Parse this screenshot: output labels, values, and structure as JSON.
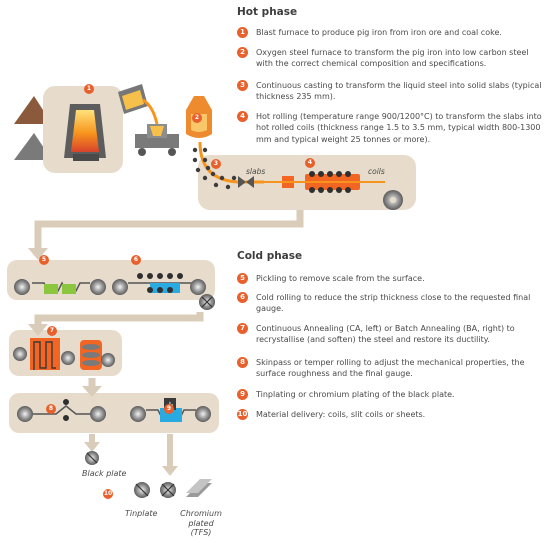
{
  "colors": {
    "panel": "#e7dccb",
    "accent": "#e8602c",
    "arrow": "#d9cdb9",
    "roller": "#6b6b6b",
    "ore": "#8b5a3c",
    "coke": "#7a7a7a",
    "pickling": "#8cc63f",
    "cold_rolling": "#29abe2",
    "annealing": "#f26522"
  },
  "hot_phase": {
    "title": "Hot phase",
    "steps": [
      {
        "num": "1",
        "text": "Blast furnace to produce pig iron from iron ore and coal coke."
      },
      {
        "num": "2",
        "text": "Oxygen steel furnace to transform the pig iron into low carbon steel with the correct chemical composition and specifications."
      },
      {
        "num": "3",
        "text": "Continuous casting to transform the liquid steel into solid slabs (typical thickness 235 mm)."
      },
      {
        "num": "4",
        "text": "Hot rolling (temperature range 900/1200°C) to transform the slabs into hot rolled coils (thickness range 1.5 to 3.5 mm, typical width 800-1300 mm and typical weight 25 tonnes or more)."
      }
    ],
    "labels": {
      "slabs": "slabs",
      "coils": "coils"
    }
  },
  "cold_phase": {
    "title": "Cold phase",
    "steps": [
      {
        "num": "5",
        "text": "Pickling to remove scale from the surface."
      },
      {
        "num": "6",
        "text": "Cold rolling to reduce the strip thickness close to the requested final gauge."
      },
      {
        "num": "7",
        "text": "Continuous Annealing (CA, left) or Batch Annealing (BA, right) to recrystallise (and soften) the steel and restore its ductility."
      },
      {
        "num": "8",
        "text": "Skinpass or temper rolling to adjust the mechanical properties, the surface roughness and the final gauge."
      },
      {
        "num": "9",
        "text": "Tinplating or chromium plating of the black plate."
      },
      {
        "num": "10",
        "text": "Material delivery: coils, slit coils or sheets."
      }
    ]
  },
  "products": {
    "black_plate": "Black plate",
    "tinplate": "Tinplate",
    "chromium_plated": "Chromium plated (TFS)"
  },
  "badges": [
    "1",
    "2",
    "3",
    "4",
    "5",
    "6",
    "7",
    "8",
    "9",
    "10"
  ]
}
